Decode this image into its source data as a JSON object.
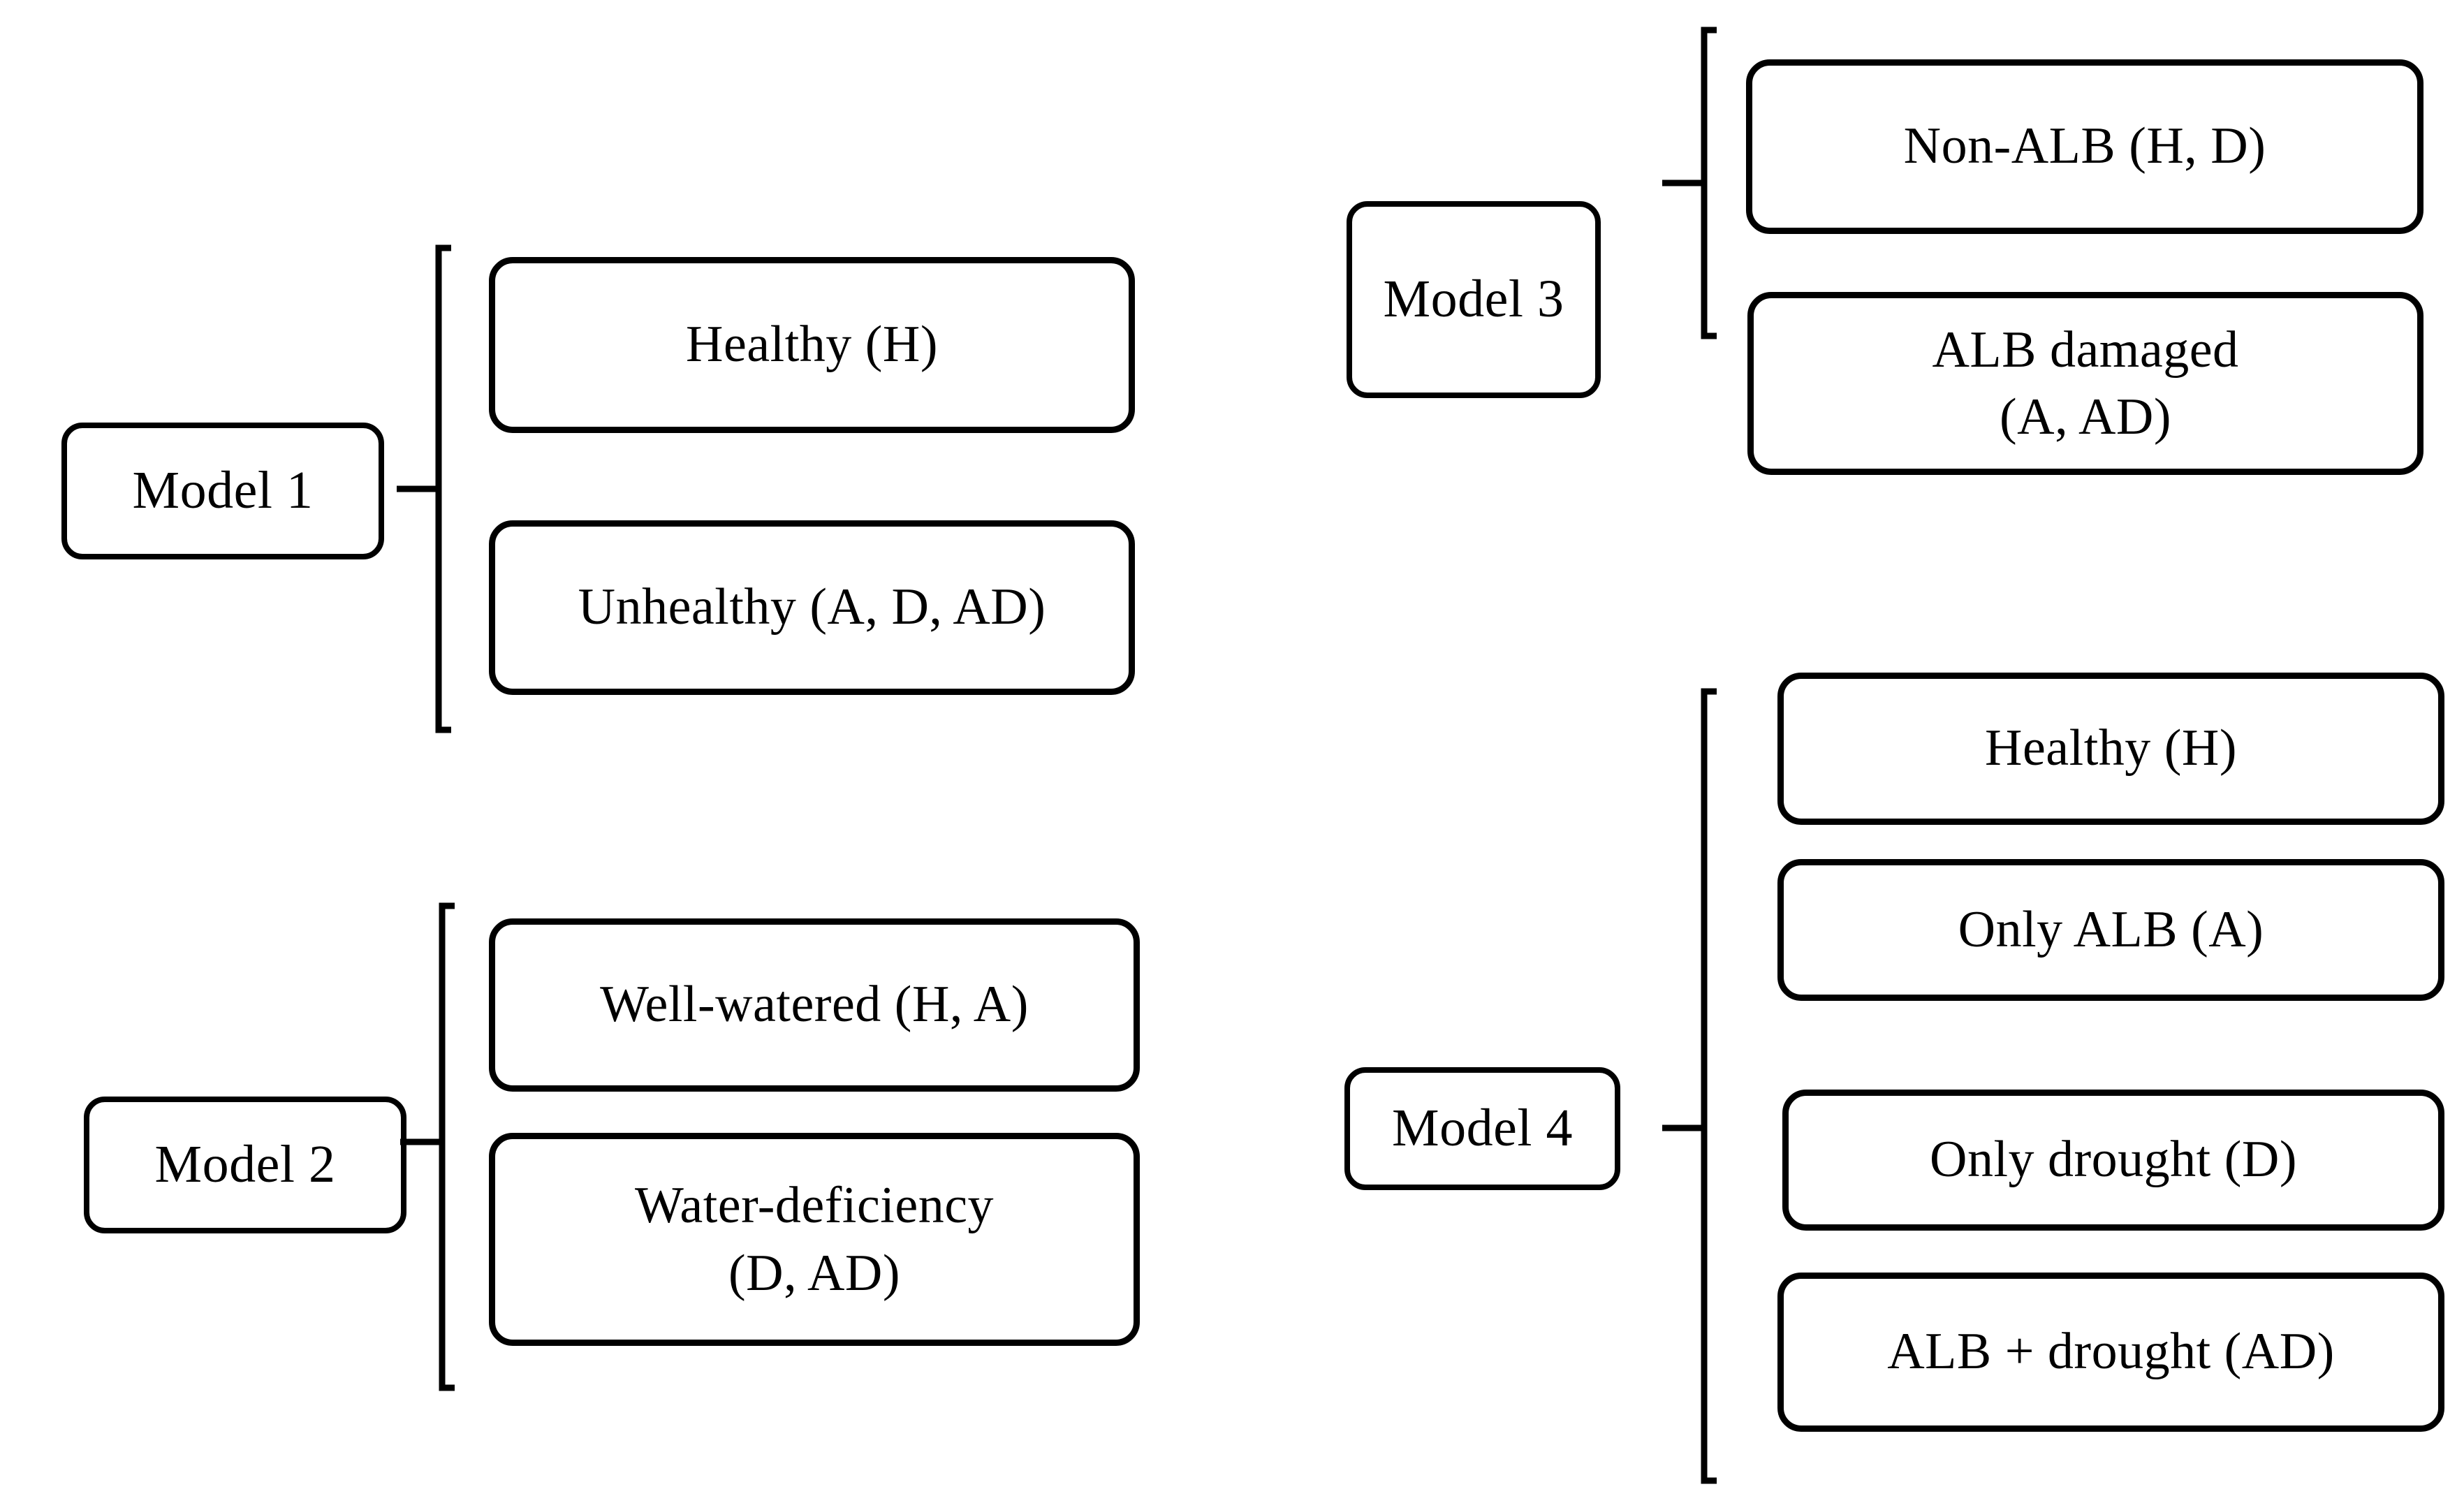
{
  "figure": {
    "type": "tree-diagram",
    "description": "Four classification model groupings, each root box linked by a square bracket to its class label boxes",
    "line_color": "#000000",
    "background_color": "#ffffff",
    "text_color": "#000000"
  },
  "models": [
    {
      "id": "model-1",
      "root_label": "Model 1",
      "classes": [
        {
          "label": "Healthy  (H)"
        },
        {
          "label": "Unhealthy (A, D,  AD)"
        }
      ]
    },
    {
      "id": "model-2",
      "root_label": "Model 2",
      "classes": [
        {
          "label": "Well-watered  (H, A)"
        },
        {
          "label": "Water-deficiency\n(D, AD)"
        }
      ]
    },
    {
      "id": "model-3",
      "root_label": "Model 3",
      "classes": [
        {
          "label": "Non-ALB (H, D)"
        },
        {
          "label": "ALB damaged\n(A, AD)"
        }
      ]
    },
    {
      "id": "model-4",
      "root_label": "Model 4",
      "classes": [
        {
          "label": "Healthy  (H)"
        },
        {
          "label": "Only ALB (A)"
        },
        {
          "label": "Only  drought  (D)"
        },
        {
          "label": "ALB + drought (AD)"
        }
      ]
    }
  ]
}
